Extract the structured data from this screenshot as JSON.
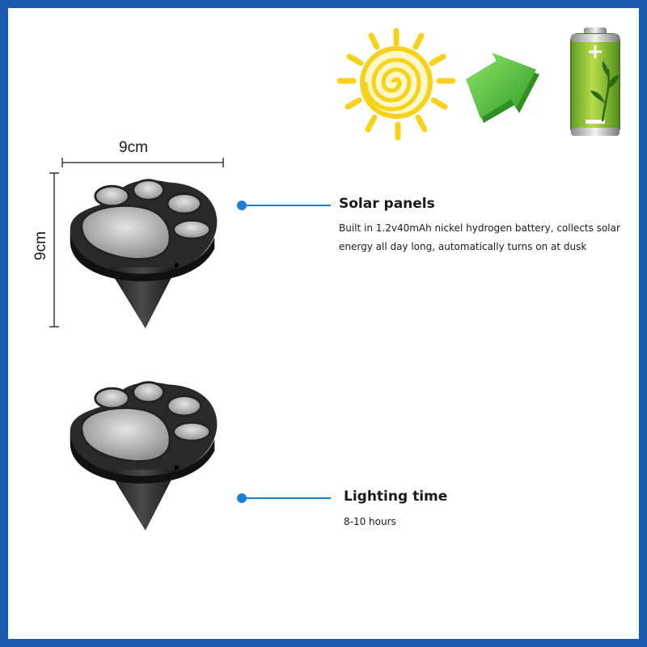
{
  "dimensions": {
    "width_label": "9cm",
    "height_label": "9cm"
  },
  "features": [
    {
      "title": "Solar panels",
      "description": "Built in 1.2v40mAh nickel hydrogen battery, collects solar energy all day long, automatically turns on at dusk"
    },
    {
      "title": "Lighting time",
      "description": "8-10 hours"
    }
  ],
  "icons": {
    "sun": "sun-icon",
    "arrow": "arrow-right-icon",
    "battery": "battery-icon",
    "product": "paw-solar-light"
  },
  "colors": {
    "border": "#1a5bb0",
    "accent_dot": "#1a7fd4",
    "sun": "#f7d21a",
    "arrow": "#4cc43a",
    "battery": "#8cc63f"
  }
}
